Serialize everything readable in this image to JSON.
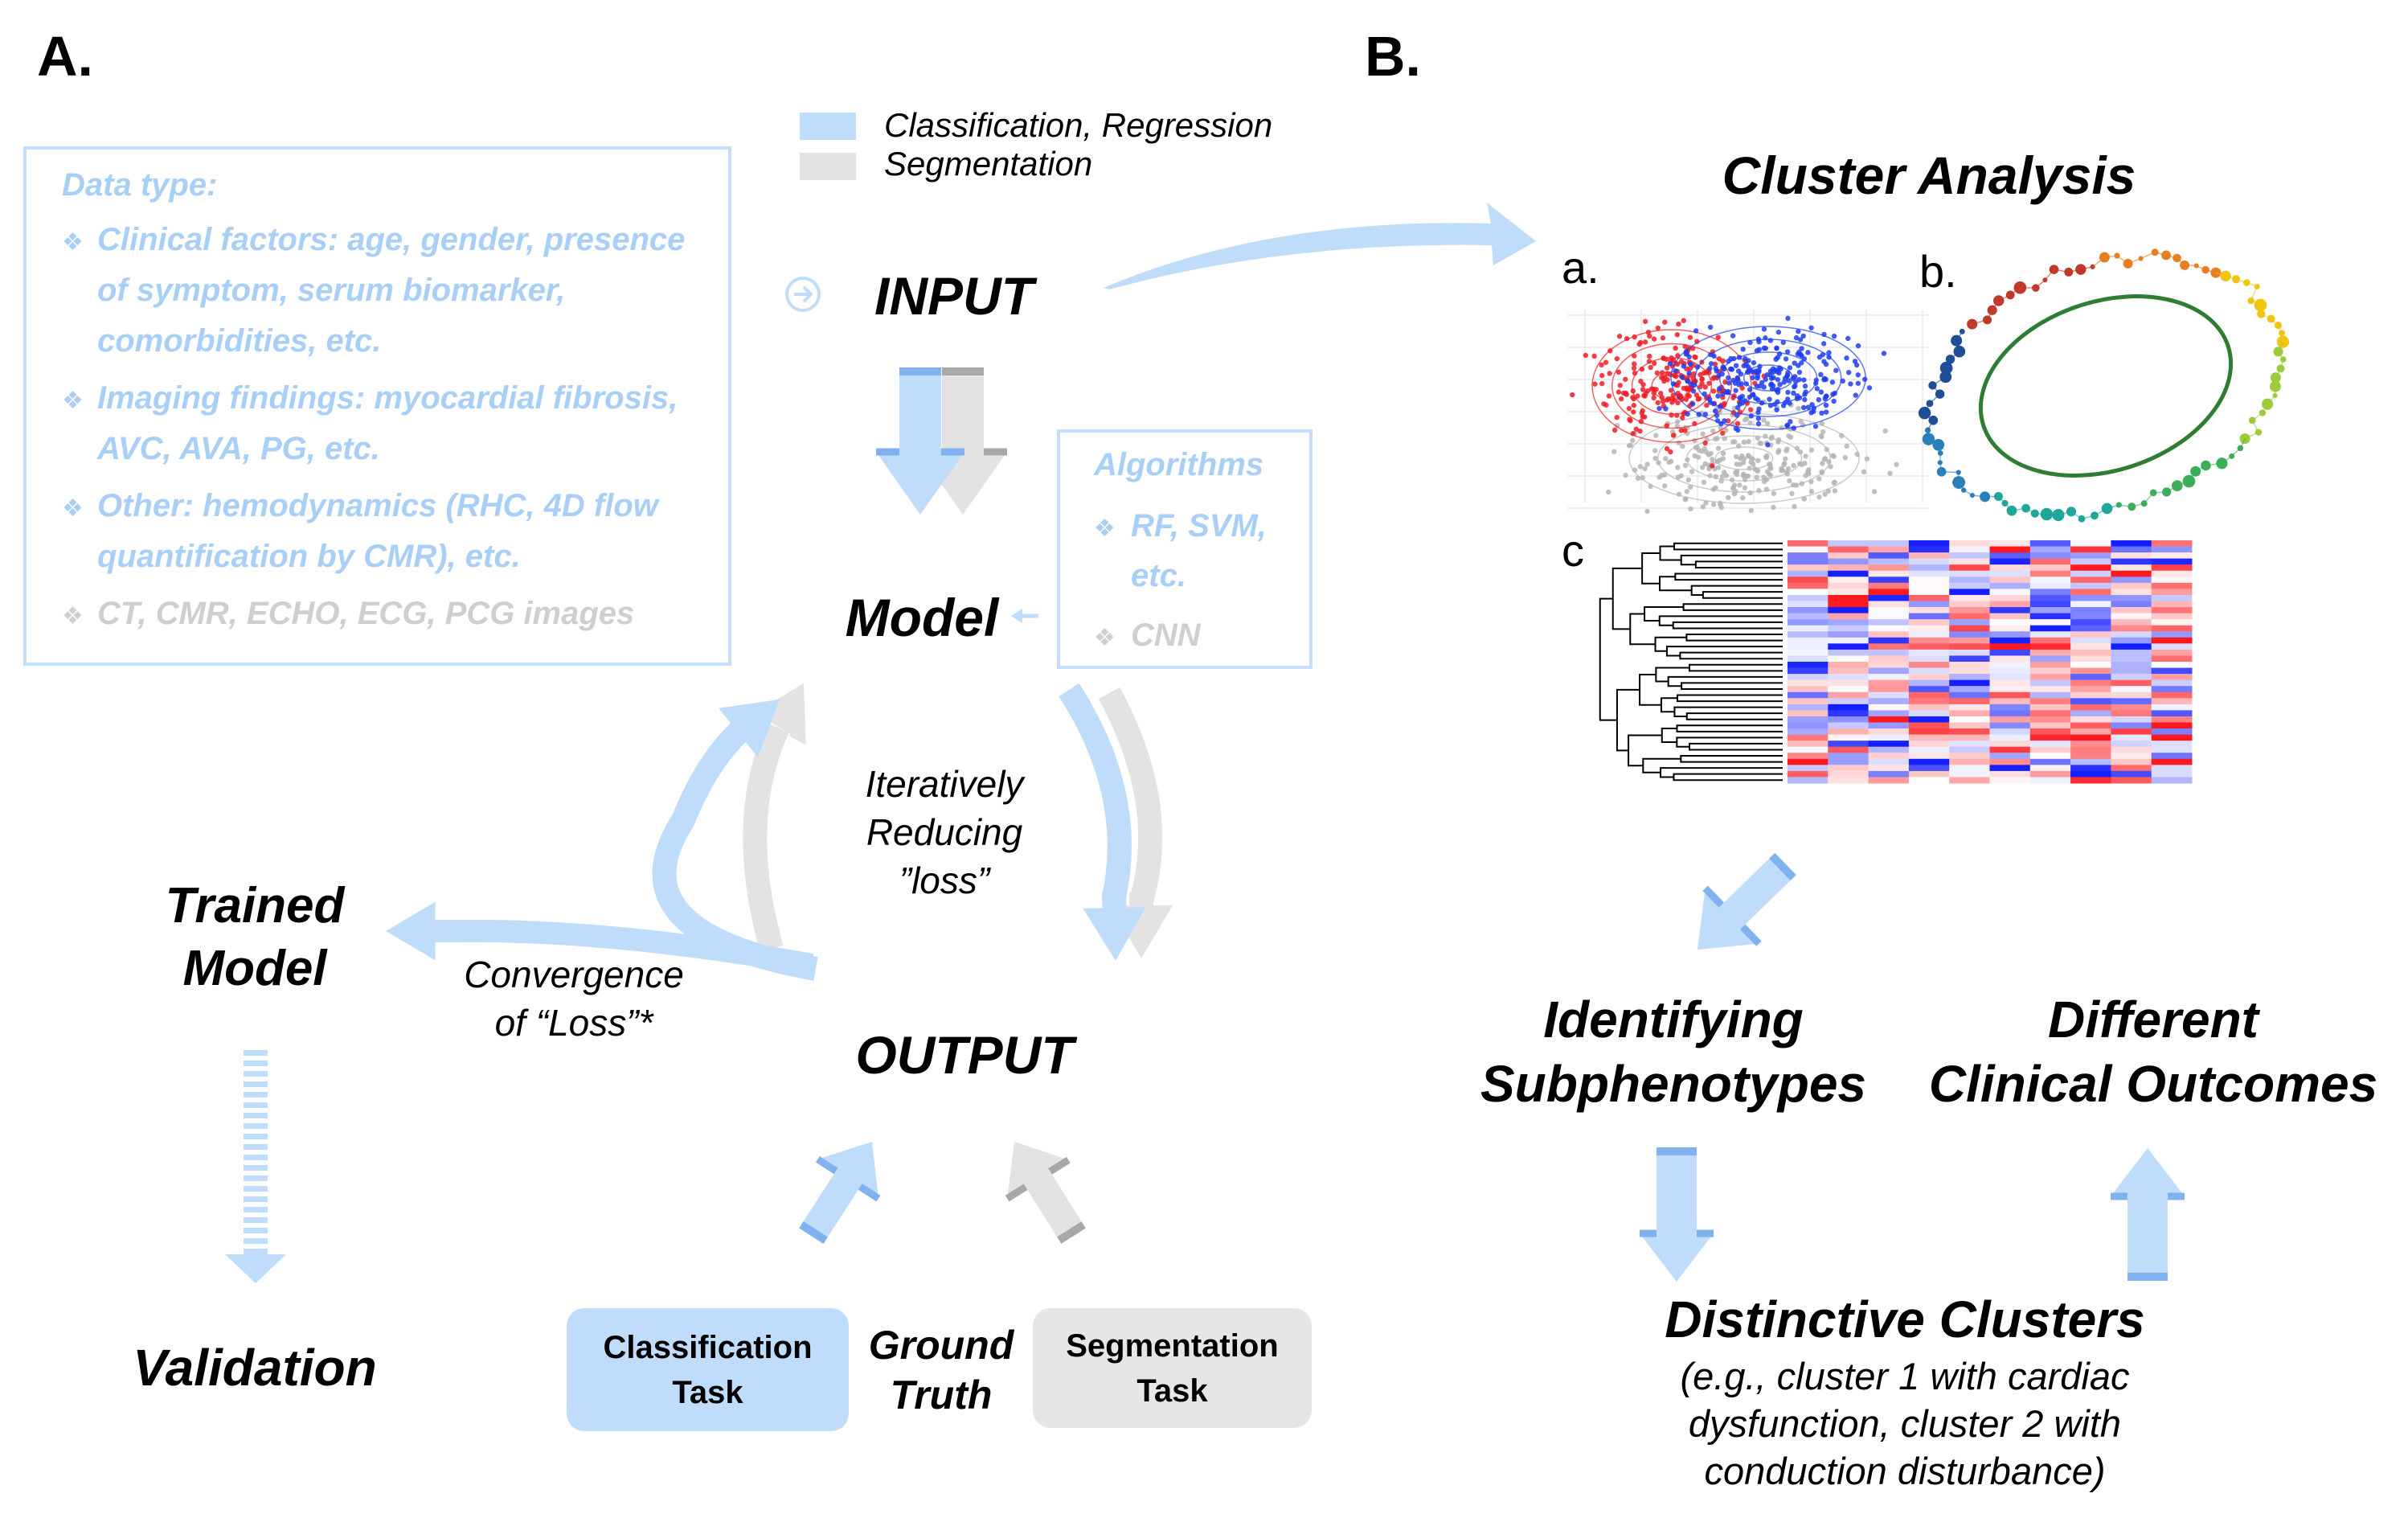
{
  "panels": {
    "a": "A.",
    "b": "B."
  },
  "legend": [
    {
      "label": "Classification, Regression",
      "color": "#bfdcfa"
    },
    {
      "label": "Segmentation",
      "color": "#e3e3e3"
    }
  ],
  "data_type": {
    "title": "Data type:",
    "items": [
      {
        "lines": [
          "Clinical factors: age, gender, presence",
          "of symptom, serum biomarker,",
          "comorbidities, etc."
        ],
        "color": "blue"
      },
      {
        "lines": [
          "Imaging findings: myocardial fibrosis,",
          "AVC, AVA, PG, etc."
        ],
        "color": "blue"
      },
      {
        "lines": [
          "Other: hemodynamics (RHC, 4D flow",
          "quantification by CMR), etc."
        ],
        "color": "blue"
      },
      {
        "lines": [
          "CT, CMR, ECHO, ECG, PCG images"
        ],
        "color": "gray"
      }
    ],
    "bullet": "❖"
  },
  "algorithms": {
    "title": "Algorithms",
    "items": [
      {
        "lines": [
          "RF, SVM,",
          "etc."
        ],
        "color": "blue"
      },
      {
        "lines": [
          "CNN"
        ],
        "color": "gray"
      }
    ]
  },
  "flow": {
    "input": "INPUT",
    "model": "Model",
    "output": "OUTPUT",
    "loop_label": [
      "Iteratively",
      "Reducing",
      "”loss”"
    ],
    "trained_model": [
      "Trained",
      "Model"
    ],
    "convergence": [
      "Convergence",
      "of “Loss”*"
    ],
    "validation": "Validation",
    "classification_task": [
      "Classification",
      "Task"
    ],
    "ground_truth": [
      "Ground",
      "Truth"
    ],
    "segmentation_task": [
      "Segmentation",
      "Task"
    ]
  },
  "cluster": {
    "title": "Cluster Analysis",
    "sub_a": "a.",
    "sub_b": "b.",
    "sub_c": "c",
    "identifying": [
      "Identifying",
      "Subphenotypes"
    ],
    "outcomes": [
      "Different",
      "Clinical Outcomes"
    ],
    "distinctive": "Distinctive Clusters",
    "distinctive_note": [
      "(e.g., cluster 1 with cardiac",
      "dysfunction, cluster 2 with",
      "conduction disturbance)"
    ]
  },
  "colors": {
    "blue_arrow": "#bfdcfa",
    "blue_cap": "#7fb2ee",
    "gray_arrow": "#e3e3e3",
    "gray_cap": "#a8a8a8",
    "cluster_red": "#ee1c24",
    "cluster_blue": "#1f3df0",
    "cluster_gray": "#b5b5b5"
  },
  "icons": {
    "input_marker": "circle-arrow-right-icon"
  }
}
